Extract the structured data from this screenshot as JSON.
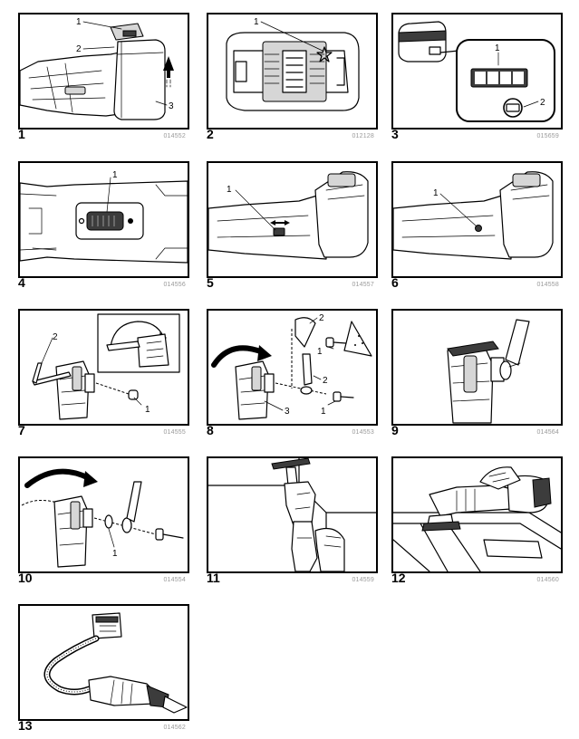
{
  "figures": [
    {
      "number": "1",
      "code": "014552",
      "callouts": [
        "1",
        "2",
        "3"
      ]
    },
    {
      "number": "2",
      "code": "012128",
      "callouts": [
        "1"
      ]
    },
    {
      "number": "3",
      "code": "015659",
      "callouts": [
        "1",
        "2"
      ]
    },
    {
      "number": "4",
      "code": "014556",
      "callouts": [
        "1"
      ]
    },
    {
      "number": "5",
      "code": "014557",
      "callouts": [
        "1"
      ]
    },
    {
      "number": "6",
      "code": "014558",
      "callouts": [
        "1"
      ]
    },
    {
      "number": "7",
      "code": "014555",
      "callouts": [
        "2",
        "1"
      ]
    },
    {
      "number": "8",
      "code": "014553",
      "callouts": [
        "2",
        "1",
        "2",
        "3",
        "1"
      ]
    },
    {
      "number": "9",
      "code": "014564",
      "callouts": []
    },
    {
      "number": "10",
      "code": "014554",
      "callouts": [
        "1"
      ]
    },
    {
      "number": "11",
      "code": "014559",
      "callouts": []
    },
    {
      "number": "12",
      "code": "014560",
      "callouts": []
    },
    {
      "number": "13",
      "code": "014562",
      "callouts": []
    }
  ]
}
